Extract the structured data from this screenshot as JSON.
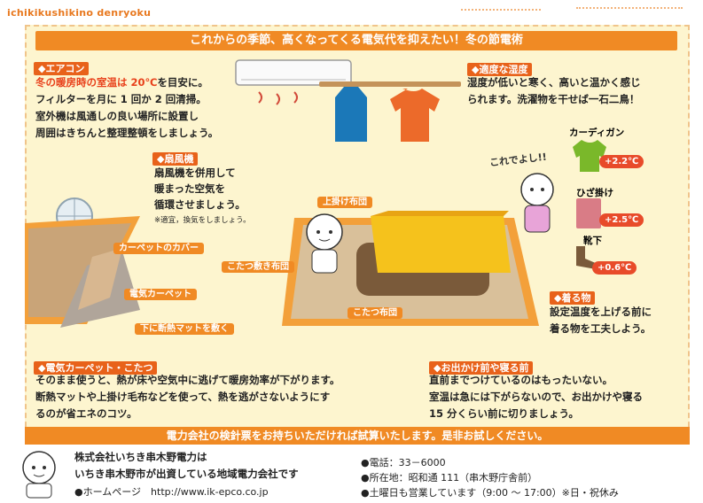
{
  "brand": "ichikikushikino denryoku",
  "title": "これからの季節、高くなってくる電気代を抑えたい！冬の節電術",
  "aircon": {
    "tag": "◆エアコン",
    "line1_red": "冬の暖房時の室温は 20℃",
    "line1_rest": "を目安に。",
    "line2": "フィルターを月に 1 回か 2 回清掃。",
    "line3": "室外機は風通しの良い場所に設置し",
    "line4": "周囲はきちんと整理整頓をしましょう。"
  },
  "humidity": {
    "tag": "◆適度な湿度",
    "line1": "湿度が低いと寒く、高いと温かく感じ",
    "line2": "られます。洗濯物を干せば一石二鳥！"
  },
  "fan": {
    "tag": "◆扇風機",
    "line1": "扇風機を併用して",
    "line2": "暖まった空気を",
    "line3": "循環させましょう。",
    "note": "※適宜，換気をしましょう。"
  },
  "speech": "これでよし!!",
  "clothes": [
    {
      "name": "カーディガン",
      "temp": "+2.2℃"
    },
    {
      "name": "ひざ掛け",
      "temp": "+2.5℃"
    },
    {
      "name": "靴下",
      "temp": "+0.6℃"
    }
  ],
  "wear": {
    "tag": "◆着る物",
    "line1": "設定温度を上げる前に",
    "line2": "着る物を工夫しよう。"
  },
  "labels": {
    "carpet_cover": "カーペットのカバー",
    "electric_carpet": "電気カーペット",
    "insulation_mat": "下に断熱マットを敷く",
    "top_futon": "上掛け布団",
    "kotatsu_shiki": "こたつ敷き布団",
    "kotatsu_futon": "こたつ布団"
  },
  "carpet": {
    "tag": "◆電気カーペット・こたつ",
    "line1": "そのまま使うと、熱が床や空気中に逃げて暖房効率が下がります。",
    "line2": "断熱マットや上掛け毛布などを使って、熱を逃がさないようにす",
    "line3": "るのが省エネのコツ。"
  },
  "sleep": {
    "tag": "◆お出かけ前や寝る前",
    "line1": "直前までつけているのはもったいない。",
    "line2": "室温は急には下がらないので、お出かけや寝る",
    "line3": "15 分くらい前に切りましょう。"
  },
  "bottom_bar": "電力会社の検針票をお持ちいただければ試算いたします。是非お試しください。",
  "footer": {
    "company1": "株式会社いちき串木野電力は",
    "company2": "いちき串木野市が出資している地域電力会社です",
    "homepage": "●ホームページ　http://www.ik-epco.co.jp",
    "phone": "●電話：33－6000",
    "address": "●所在地：昭和通 111（串木野庁舎前）",
    "hours": "●土曜日も営業しています（9:00 ～ 17:00）※日・祝休み"
  },
  "colors": {
    "orange": "#f08a24",
    "red_tag": "#e8621a",
    "panel": "#fdf5cf",
    "accent_red": "#e8401a"
  }
}
